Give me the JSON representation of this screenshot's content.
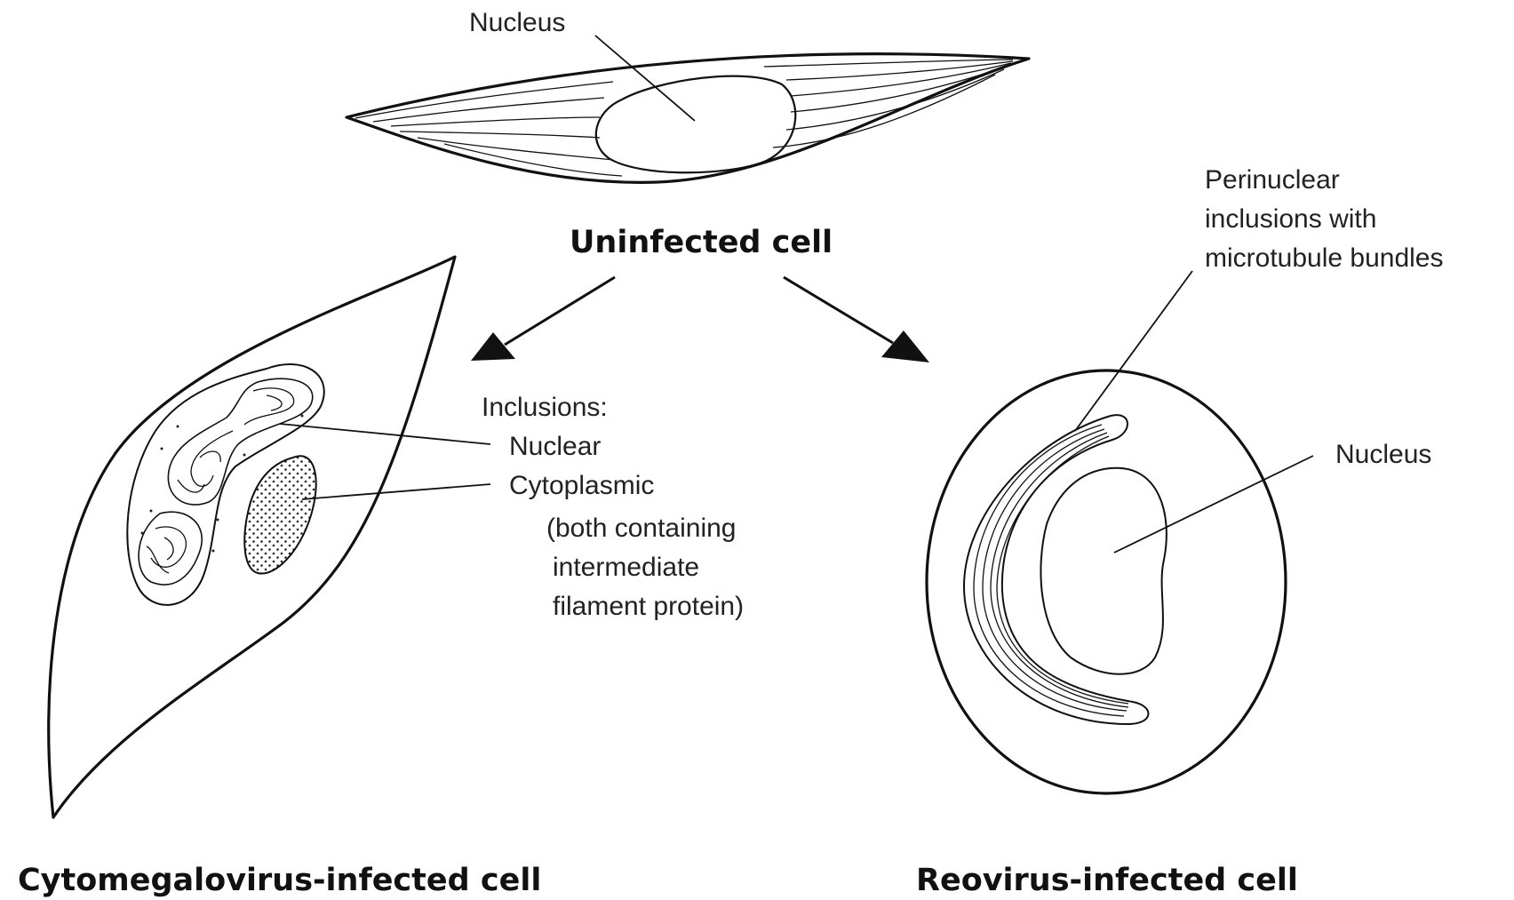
{
  "uninfected": {
    "title": "Uninfected cell",
    "nucleus_label": "Nucleus"
  },
  "cmv": {
    "title": "Cytomegalovirus-infected cell",
    "inclusions_heading": "Inclusions:",
    "nuclear_label": "Nuclear",
    "cytoplasmic_label": "Cytoplasmic",
    "note_line1": "(both containing",
    "note_line2": "intermediate",
    "note_line3": "filament protein)"
  },
  "reo": {
    "title": "Reovirus-infected cell",
    "perinuclear_line1": "Perinuclear",
    "perinuclear_line2": "inclusions with",
    "perinuclear_line3": "microtubule bundles",
    "nucleus_label": "Nucleus"
  }
}
